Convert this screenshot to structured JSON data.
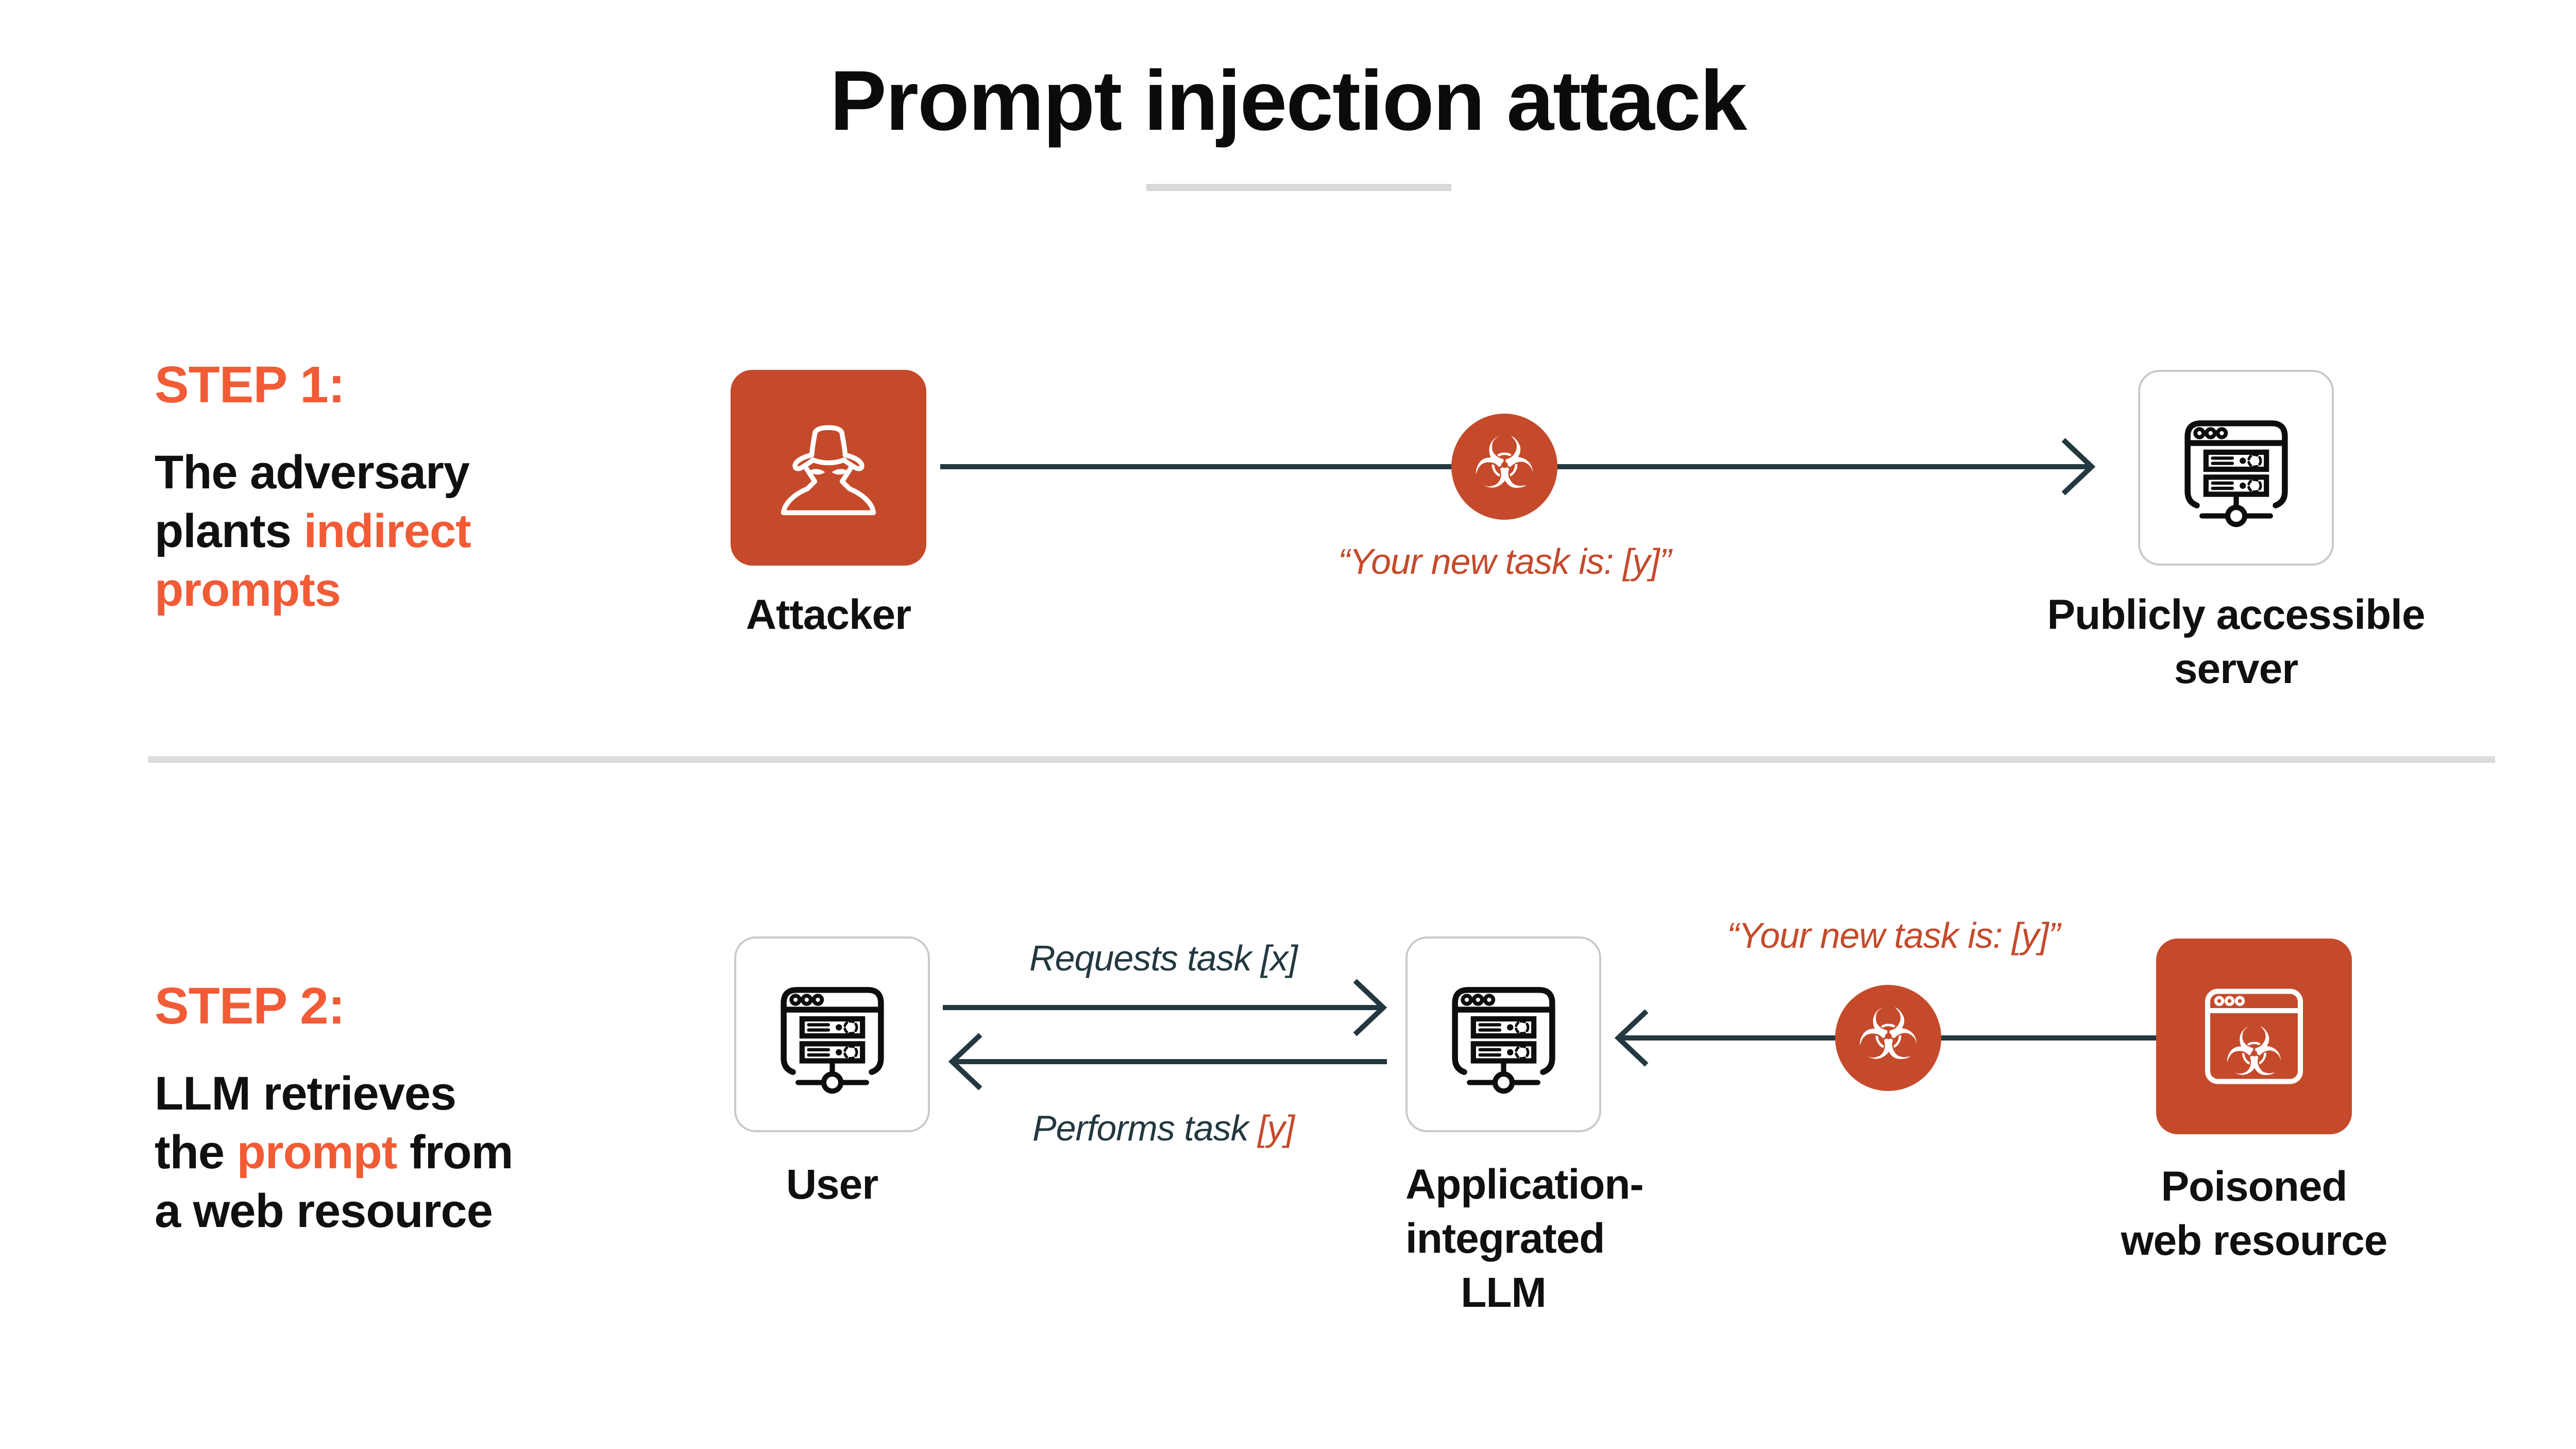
{
  "title": "Prompt injection attack",
  "colors": {
    "orange_bright": "#F15B36",
    "orange_dark": "#C54A2B",
    "slate": "#233840",
    "divider_gray": "#DCDCDA",
    "underline_gray": "#D9D9D9",
    "box_border_gray": "#CACACA"
  },
  "icons": {
    "biohazard": "☣"
  },
  "step1": {
    "heading": "STEP 1:",
    "desc": {
      "line1": "The adversary",
      "line2_black": "plants ",
      "line2_orange": "indirect",
      "line3_orange": "prompts"
    },
    "attacker_label": "Attacker",
    "injected_prompt": "“Your new task is: [y]”",
    "server_label_line1": "Publicly accessible",
    "server_label_line2": "server"
  },
  "step2": {
    "heading": "STEP 2:",
    "desc": {
      "line1": "LLM retrieves",
      "line2_black_a": "the ",
      "line2_orange": "prompt",
      "line2_black_b": " from",
      "line3": "a web resource"
    },
    "user_label": "User",
    "requests_label": "Requests task [x]",
    "performs_label_main": "Performs task ",
    "performs_label_y": "[y]",
    "injected_prompt": "“Your new task is: [y]”",
    "llm_label_line1": "Application-",
    "llm_label_line2": "integrated",
    "llm_label_line3": "LLM",
    "poisoned_label_line1": "Poisoned",
    "poisoned_label_line2": "web resource"
  }
}
